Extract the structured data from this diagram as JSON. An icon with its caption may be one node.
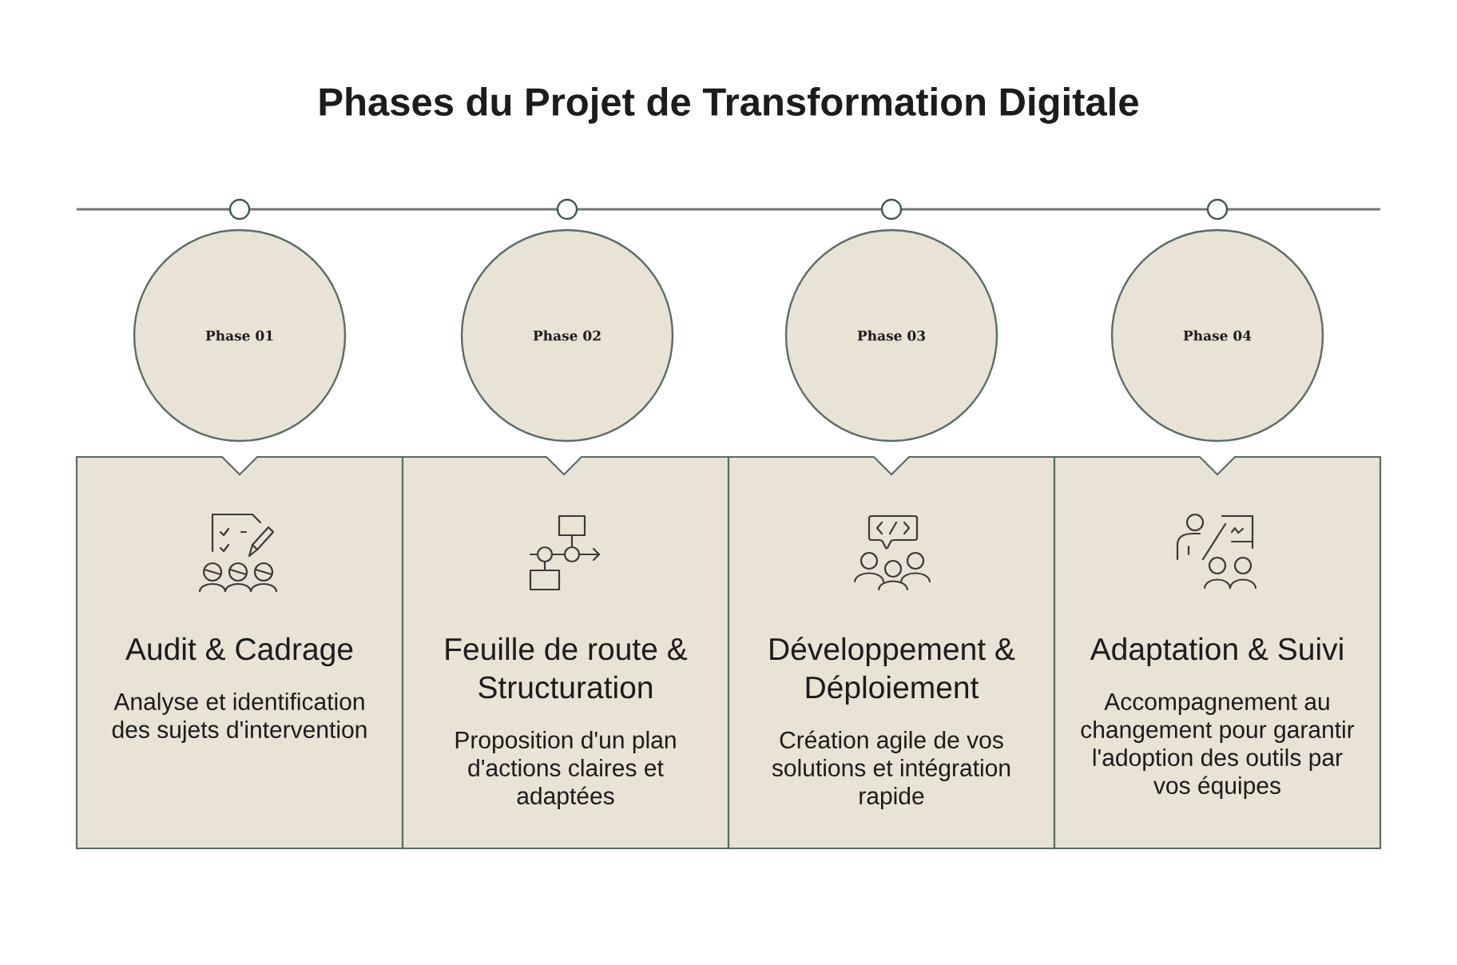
{
  "diagram": {
    "title": "Phases du Projet de Transformation Digitale",
    "nodes": [
      {
        "text": [
          "Phase 01"
        ]
      },
      {
        "text": [
          "Phase 02"
        ]
      },
      {
        "text": [
          "Phase 03"
        ]
      },
      {
        "text": [
          "Phase 04"
        ]
      },
      {
        "text": [
          "Audit & Cadrage",
          "Analyse et identification des sujets d'intervention"
        ]
      },
      {
        "text": [
          "Feuille de route & Structuration",
          "Proposition d'un plan d'actions claires et adaptées"
        ]
      },
      {
        "text": [
          "Développement & Déploiement",
          "Création agile de vos solutions et intégration rapide"
        ]
      },
      {
        "text": [
          "Adaptation & Suivi",
          "Accompagnement au changement pour garantir l'adoption des outils par vos équipes"
        ]
      }
    ]
  }
}
